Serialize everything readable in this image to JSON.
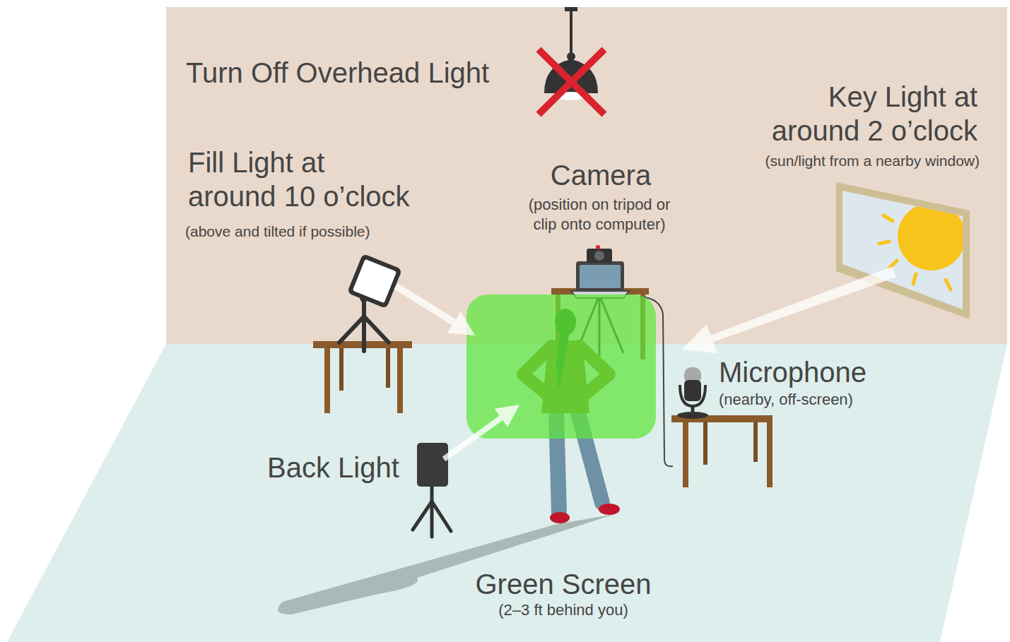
{
  "diagram": {
    "labels": [
      "Turn Off Overhead Light",
      "Key Light at around 2 o’clock",
      "(sun/light from a nearby window)",
      "Fill Light at around 10 o’clock",
      "(above and tilted if possible)",
      "Camera",
      "(position on tripod or clip onto computer)",
      "Microphone",
      "(nearby, off-screen)",
      "Back Light",
      "Green Screen",
      "(2–3 ft behind you)"
    ]
  }
}
